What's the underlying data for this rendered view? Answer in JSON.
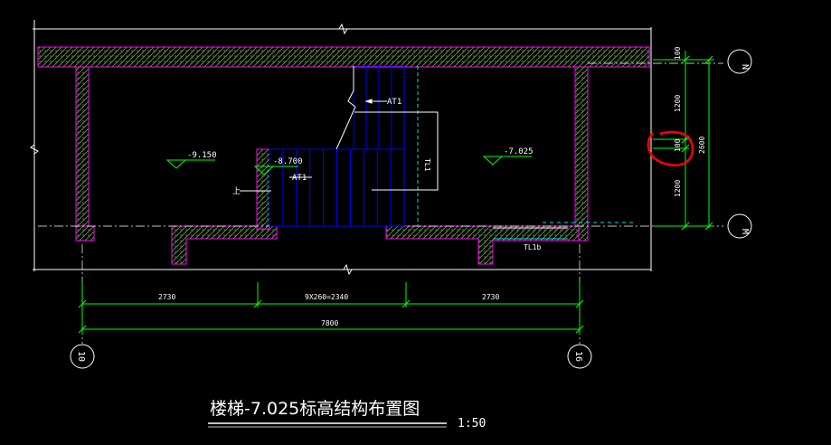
{
  "colors": {
    "background": "#000000",
    "lines": "#ffffff",
    "dimension": "#00ff00",
    "stair": "#0000ff",
    "wall_outline": "#ff00ff",
    "hatch": "#66aa33",
    "grid_line": "#ffffff",
    "dashed": "#00e0e0",
    "highlight": "#ff0000"
  },
  "labels": {
    "elevation_left": "-9.150",
    "elevation_mid": "-8.700",
    "elevation_right": "-7.025",
    "stair_upper": "AT1",
    "stair_lower": "AT1",
    "up": "上",
    "beam_tl1": "TL1",
    "beam_tl1b": "TL1b"
  },
  "dimensions": {
    "bottom": [
      "2730",
      "9X260=2340",
      "2730"
    ],
    "overall": "7800",
    "right_segments": [
      "100",
      "1200",
      "100",
      "1200"
    ],
    "right_total": "2600"
  },
  "axes": {
    "grid_left": "10",
    "grid_right": "16",
    "grid_top": "N",
    "grid_bottom": "M"
  },
  "title": {
    "text": "楼梯-7.025标高结构布置图",
    "scale": "1:50"
  }
}
